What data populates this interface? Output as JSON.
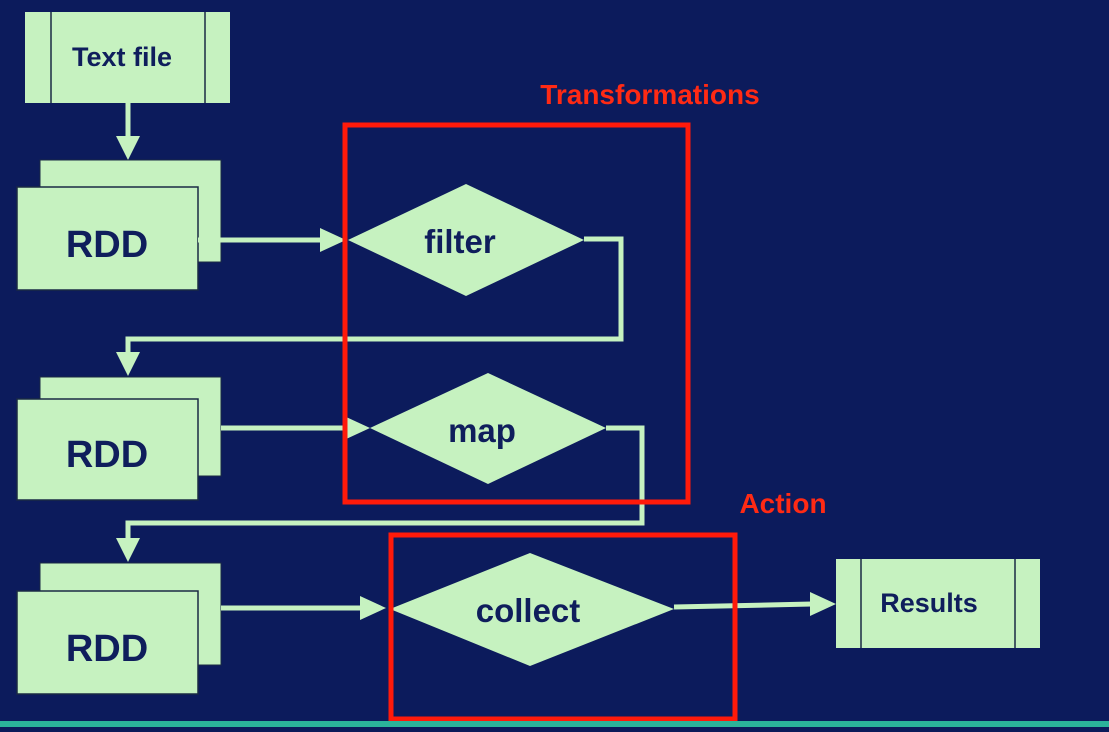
{
  "labels": {
    "text_file": "Text file",
    "rdd": "RDD",
    "filter": "filter",
    "map": "map",
    "collect": "collect",
    "results": "Results",
    "transformations": "Transformations",
    "action": "Action"
  },
  "colors": {
    "background": "#0c1b5c",
    "node_fill": "#c6f2c0",
    "node_text": "#0f1e5c",
    "highlight": "#ff1a0a"
  }
}
